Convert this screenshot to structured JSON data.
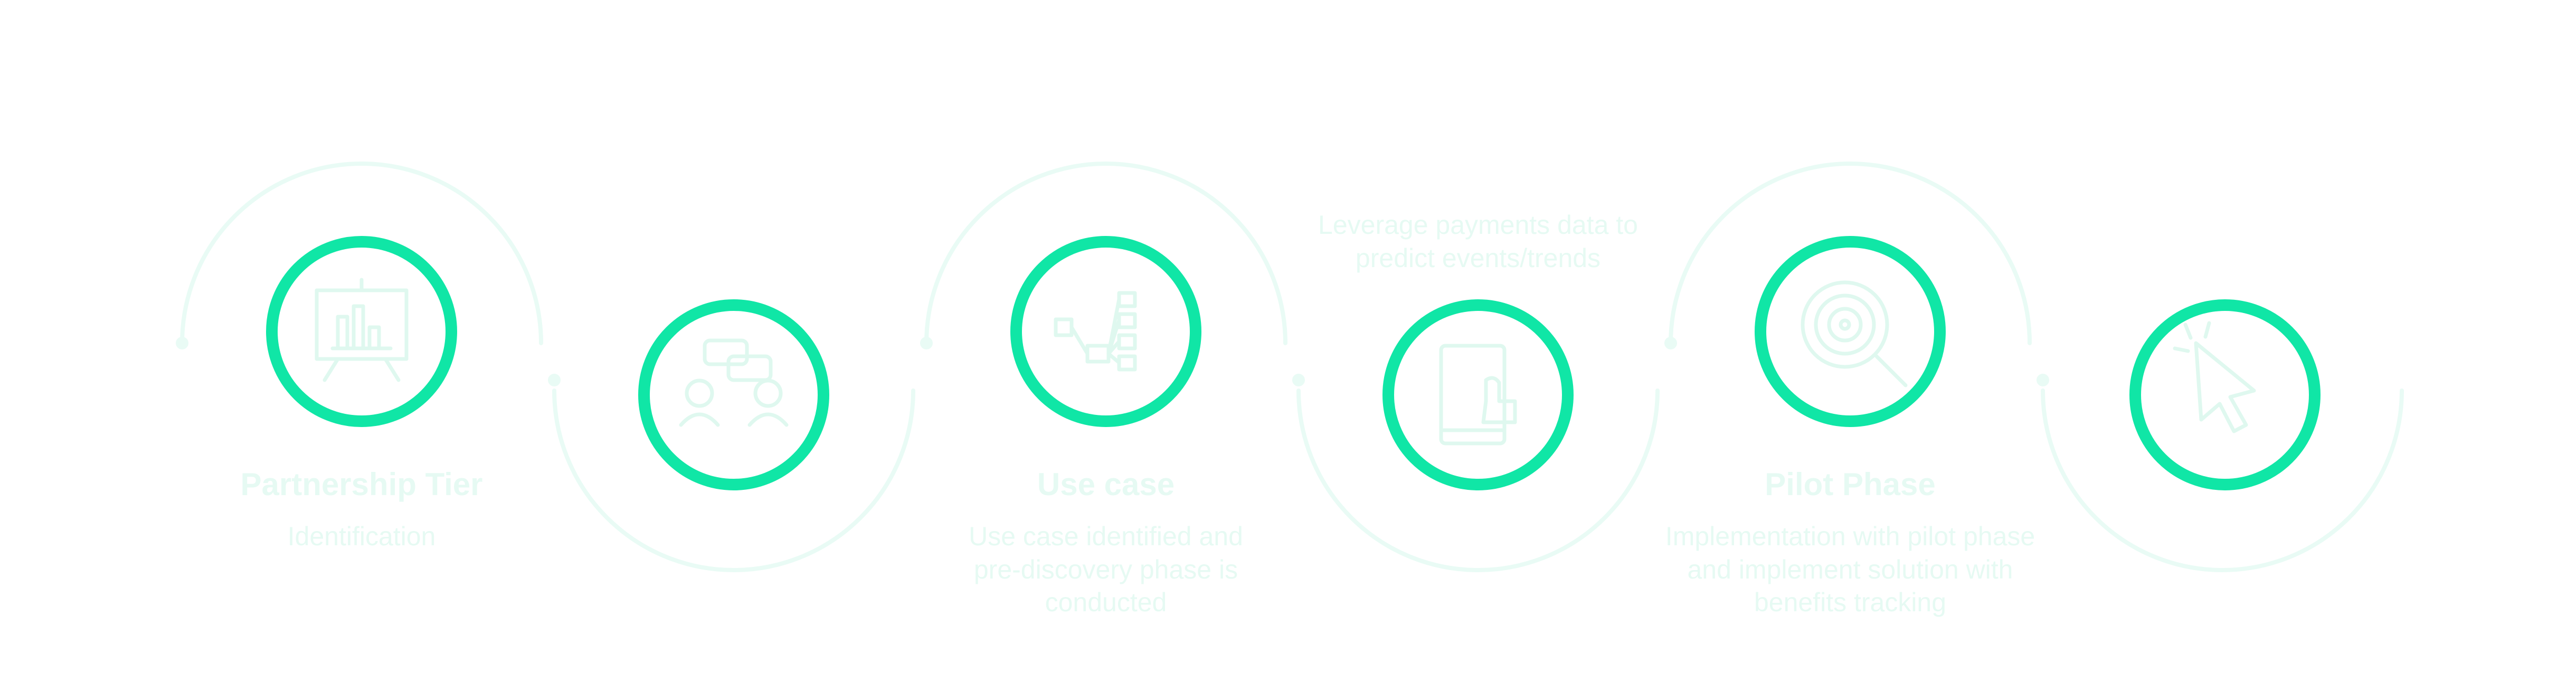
{
  "diagram": {
    "accent_color": "#10e6a6",
    "faint_color": "#e6faf3",
    "steps": [
      {
        "icon": "presentation-chart-icon",
        "title": "Partnership Tier",
        "description": "Identification"
      },
      {
        "icon": "people-discussion-icon",
        "title": "",
        "description": ""
      },
      {
        "icon": "network-flow-icon",
        "title": "Use case",
        "description": "Use case identified and pre-discovery phase is conducted"
      },
      {
        "icon": "tablet-touch-icon",
        "title": "",
        "description": "Leverage payments data to predict events/trends"
      },
      {
        "icon": "target-search-icon",
        "title": "Pilot Phase",
        "description": "Implementation with pilot phase and implement solution with benefits tracking"
      },
      {
        "icon": "cursor-click-icon",
        "title": "",
        "description": ""
      }
    ]
  }
}
